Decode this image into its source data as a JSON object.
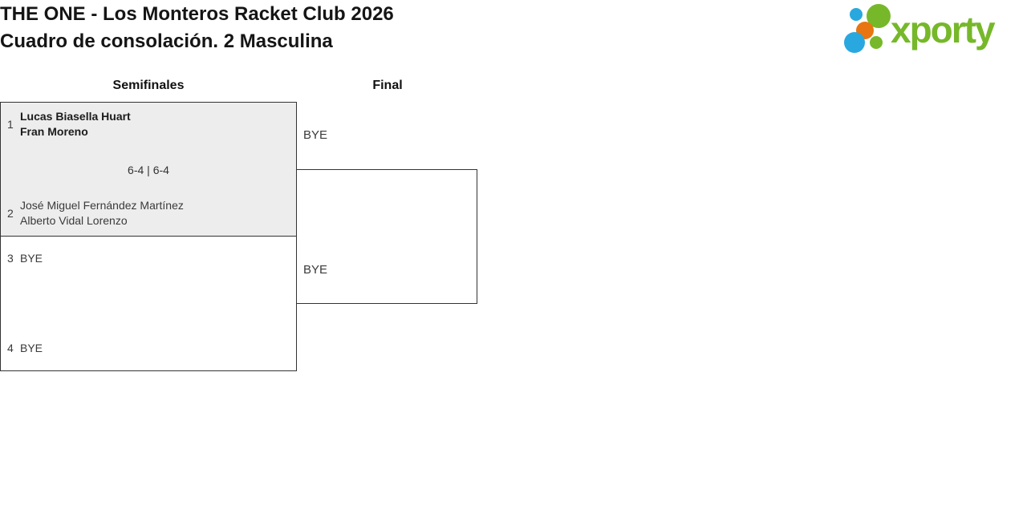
{
  "page": {
    "title_line1": "THE ONE - Los Monteros Racket Club 2026",
    "title_line2": "Cuadro de consolación. 2 Masculina"
  },
  "logo": {
    "wordmark": "xporty",
    "colors": {
      "green": "#76b82a",
      "blue": "#29a8e0",
      "orange": "#e87511"
    }
  },
  "rounds": [
    {
      "label": "Semifinales"
    },
    {
      "label": "Final"
    }
  ],
  "matches": [
    {
      "round": "Semifinales",
      "team1": {
        "seed": "1",
        "players": [
          "Lucas Biasella Huart",
          "Fran Moreno"
        ],
        "winner": true
      },
      "score": "6-4 | 6-4",
      "team2": {
        "seed": "2",
        "players": [
          "José Miguel Fernández Martínez",
          "Alberto Vidal Lorenzo"
        ],
        "winner": false
      }
    },
    {
      "round": "Semifinales",
      "team1": {
        "seed": "3",
        "players": [
          "BYE"
        ],
        "winner": false
      },
      "score": "",
      "team2": {
        "seed": "4",
        "players": [
          "BYE"
        ],
        "winner": false
      }
    },
    {
      "round": "Final",
      "team1": {
        "players": [
          "BYE"
        ],
        "winner": false
      },
      "team2": {
        "players": [
          "BYE"
        ],
        "winner": false
      }
    }
  ],
  "colors": {
    "box_border": "#333333",
    "played_match_fill": "#ededed",
    "text_primary": "#1c1c1c",
    "text_secondary": "#3a3a3a"
  }
}
